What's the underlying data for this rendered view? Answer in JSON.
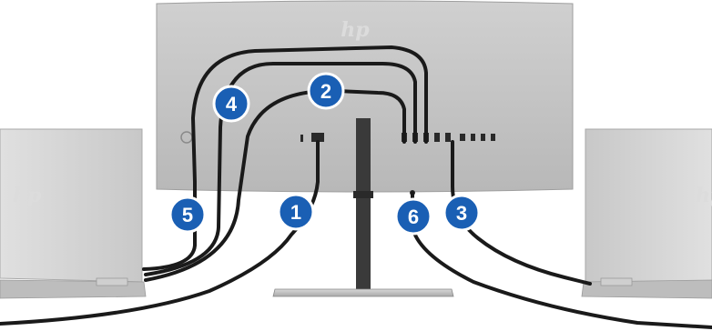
{
  "diagram": {
    "brand_logo": "hp",
    "colors": {
      "badge": "#1a5fb4",
      "cable": "#1a1a1a",
      "monitor": "#c4c4c4",
      "laptop": "#d4d4d4"
    },
    "callouts": [
      {
        "number": "1",
        "id": "1"
      },
      {
        "number": "2",
        "id": "2"
      },
      {
        "number": "3",
        "id": "3"
      },
      {
        "number": "4",
        "id": "4"
      },
      {
        "number": "5",
        "id": "5"
      },
      {
        "number": "6",
        "id": "6"
      }
    ]
  }
}
